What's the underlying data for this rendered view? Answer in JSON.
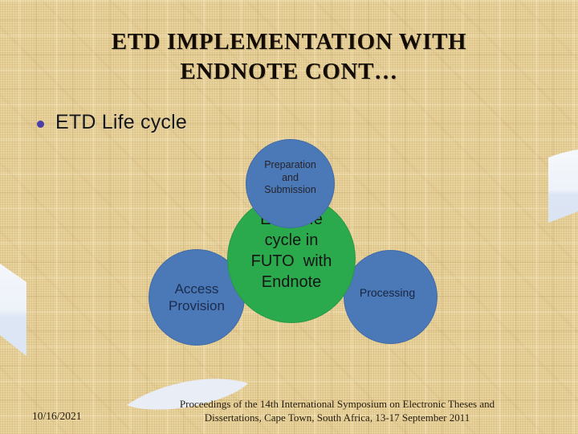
{
  "slide": {
    "title_lines": [
      "ETD IMPLEMENTATION WITH",
      "ENDNOTE CONT…"
    ],
    "bullet": {
      "text": "ETD Life cycle"
    },
    "diagram": {
      "center": {
        "lines": [
          "ETD Life",
          "cycle in",
          "FUTO  with",
          "Endnote"
        ]
      },
      "top": {
        "lines": [
          "Preparation",
          "and",
          "Submission"
        ]
      },
      "left": {
        "lines": [
          "Access",
          "Provision"
        ]
      },
      "right": {
        "lines": [
          "Processing"
        ]
      }
    },
    "footer": {
      "date": "10/16/2021",
      "credit_lines": [
        "Proceedings of the 14th International Symposium on Electronic Theses and",
        "Dissertations, Cape Town, South Africa, 13-17 September 2011"
      ]
    },
    "colors": {
      "background": "#e7d098",
      "circle_blue": "#4b79b7",
      "circle_green": "#2baa4d",
      "title_text": "#120c04",
      "bullet_dot": "#4a3fa8",
      "decor_shape": "#e9eef7"
    }
  }
}
